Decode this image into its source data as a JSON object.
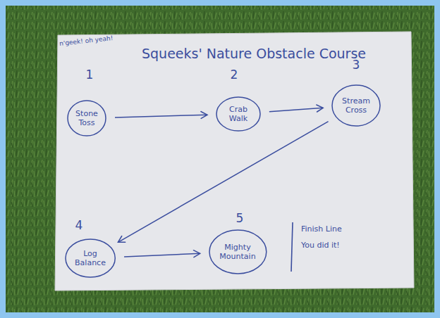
{
  "diagram": {
    "title": "Squeeks' Nature Obstacle Course",
    "nodes": [
      {
        "text": [
          "Stone Toss"
        ]
      },
      {
        "text": [
          "Crab Walk"
        ]
      },
      {
        "text": [
          "Stream Cross"
        ]
      },
      {
        "text": [
          "Log Balance"
        ]
      },
      {
        "text": [
          "Mighty Mountain"
        ]
      }
    ],
    "edges": [
      {
        "from": 0,
        "to": 1,
        "arrow": "to"
      },
      {
        "from": 1,
        "to": 2,
        "arrow": "to"
      },
      {
        "from": 2,
        "to": 3,
        "arrow": "to"
      },
      {
        "from": 3,
        "to": 4,
        "arrow": "to"
      }
    ],
    "labels": [
      "n'geek! oh yeah!",
      "1",
      "2",
      "3",
      "4",
      "5",
      "Finish Line",
      "You did it!"
    ]
  }
}
